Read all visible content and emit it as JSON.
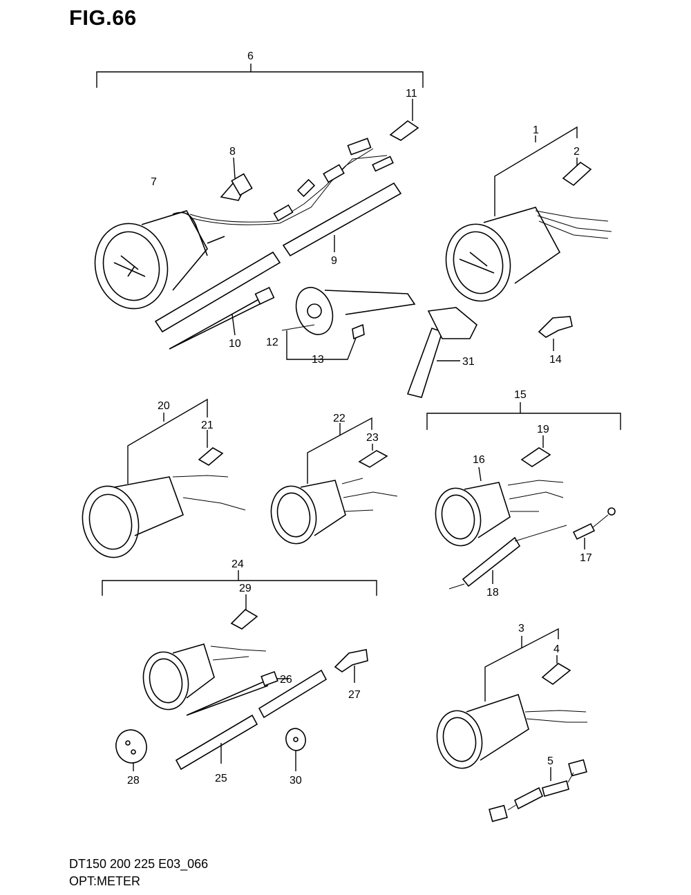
{
  "title": "FIG.66",
  "footer": {
    "line1": "DT150 200 225 E03_066",
    "line2": "OPT:METER"
  },
  "callouts": [
    "1",
    "2",
    "3",
    "4",
    "5",
    "6",
    "7",
    "8",
    "9",
    "10",
    "11",
    "12",
    "13",
    "14",
    "15",
    "16",
    "17",
    "18",
    "19",
    "20",
    "21",
    "22",
    "23",
    "24",
    "25",
    "26",
    "27",
    "28",
    "29",
    "30",
    "31"
  ]
}
